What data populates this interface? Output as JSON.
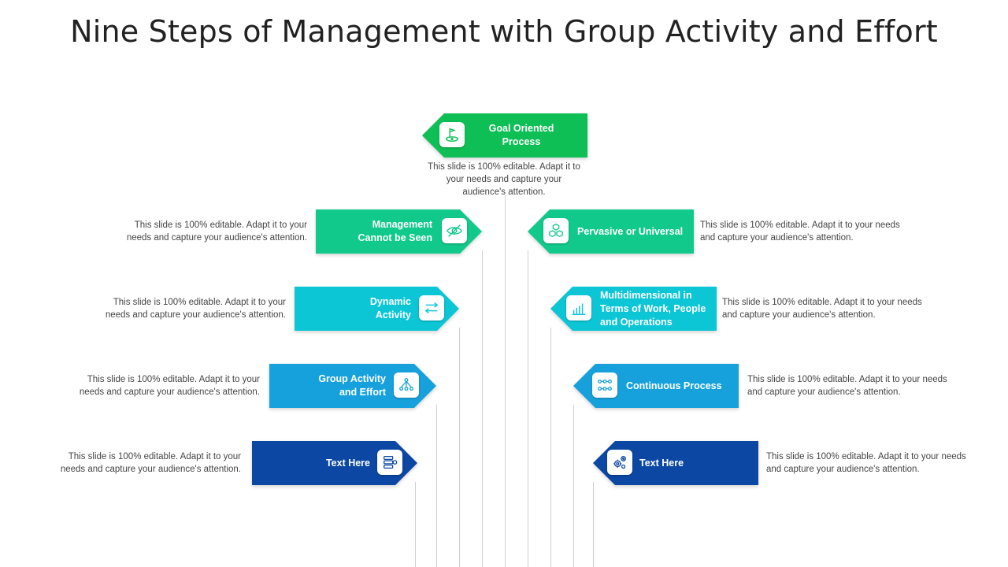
{
  "title": "Nine Steps of Management with Group Activity and Effort",
  "colors": {
    "green": "#0dbf55",
    "teal_green": "#10c98a",
    "cyan": "#0cc6d6",
    "sky_blue": "#17a1dc",
    "navy": "#0b47a3"
  },
  "description_text": "This slide is 100% editable. Adapt it to your needs and capture your audience's attention.",
  "steps": [
    {
      "label": "Goal Oriented Process",
      "icon": "golf-flag-icon",
      "description": "This slide is 100% editable. Adapt it to your needs and capture your audience's attention."
    },
    {
      "label": "Management Cannot be Seen",
      "icon": "hidden-eye-icon",
      "description": "This slide is 100% editable. Adapt it to your needs and capture your audience's attention."
    },
    {
      "label": "Pervasive or Universal",
      "icon": "cubes-icon",
      "description": "This slide is 100% editable. Adapt it to your needs and capture your audience's attention."
    },
    {
      "label": "Dynamic Activity",
      "icon": "exchange-arrows-icon",
      "description": "This slide is 100% editable. Adapt it to your needs and capture your audience's attention."
    },
    {
      "label": "Multidimensional in Terms of Work, People and Operations",
      "icon": "bar-chart-icon",
      "description": "This slide is 100% editable. Adapt it to your needs and capture your audience's attention."
    },
    {
      "label": "Group Activity and Effort",
      "icon": "team-network-icon",
      "description": "This slide is 100% editable. Adapt it to your needs and capture your audience's attention."
    },
    {
      "label": "Continuous Process",
      "icon": "process-flow-icon",
      "description": "This slide is 100% editable. Adapt it to your needs and capture your audience's attention."
    },
    {
      "label": "Text Here",
      "icon": "database-icon",
      "description": "This slide is 100% editable. Adapt it to your needs and capture your audience's attention."
    },
    {
      "label": "Text Here",
      "icon": "gears-icon",
      "description": "This slide is 100% editable. Adapt it to your needs and capture your audience's attention."
    }
  ]
}
